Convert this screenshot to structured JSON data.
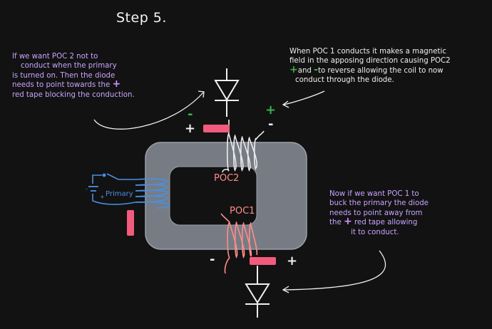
{
  "title": "Step 5.",
  "notes": {
    "left_top": [
      "If we want POC 2 not to",
      "conduct when the primary",
      "is turned on. Then the diode",
      "needs to point towards the",
      "red tape blocking the conduction."
    ],
    "right_top": [
      "When POC 1 conducts it makes a magnetic",
      "field in the apposing direction causing POC2",
      "and",
      "to reverse allowing the coil to now",
      "conduct through the diode."
    ],
    "right_bottom": [
      "Now if we want POC 1 to",
      "buck the primary the diode",
      "needs to point away from",
      "the",
      "red tape allowing",
      "it to conduct."
    ]
  },
  "labels": {
    "primary": "Primary",
    "poc2": "POC2",
    "poc1": "POC1"
  },
  "signs": {
    "plus": "+",
    "minus": "-"
  },
  "colors": {
    "background": "#121212",
    "core": "#777c84",
    "purple_text": "#c9a3ff",
    "purple_plus": "#d891ff",
    "green_sign": "#3bb14a",
    "red_tape": "#f25b7d",
    "blue_wire": "#4a90e2",
    "pink_coil": "#ff8c8c",
    "white_coil": "#ececec"
  }
}
